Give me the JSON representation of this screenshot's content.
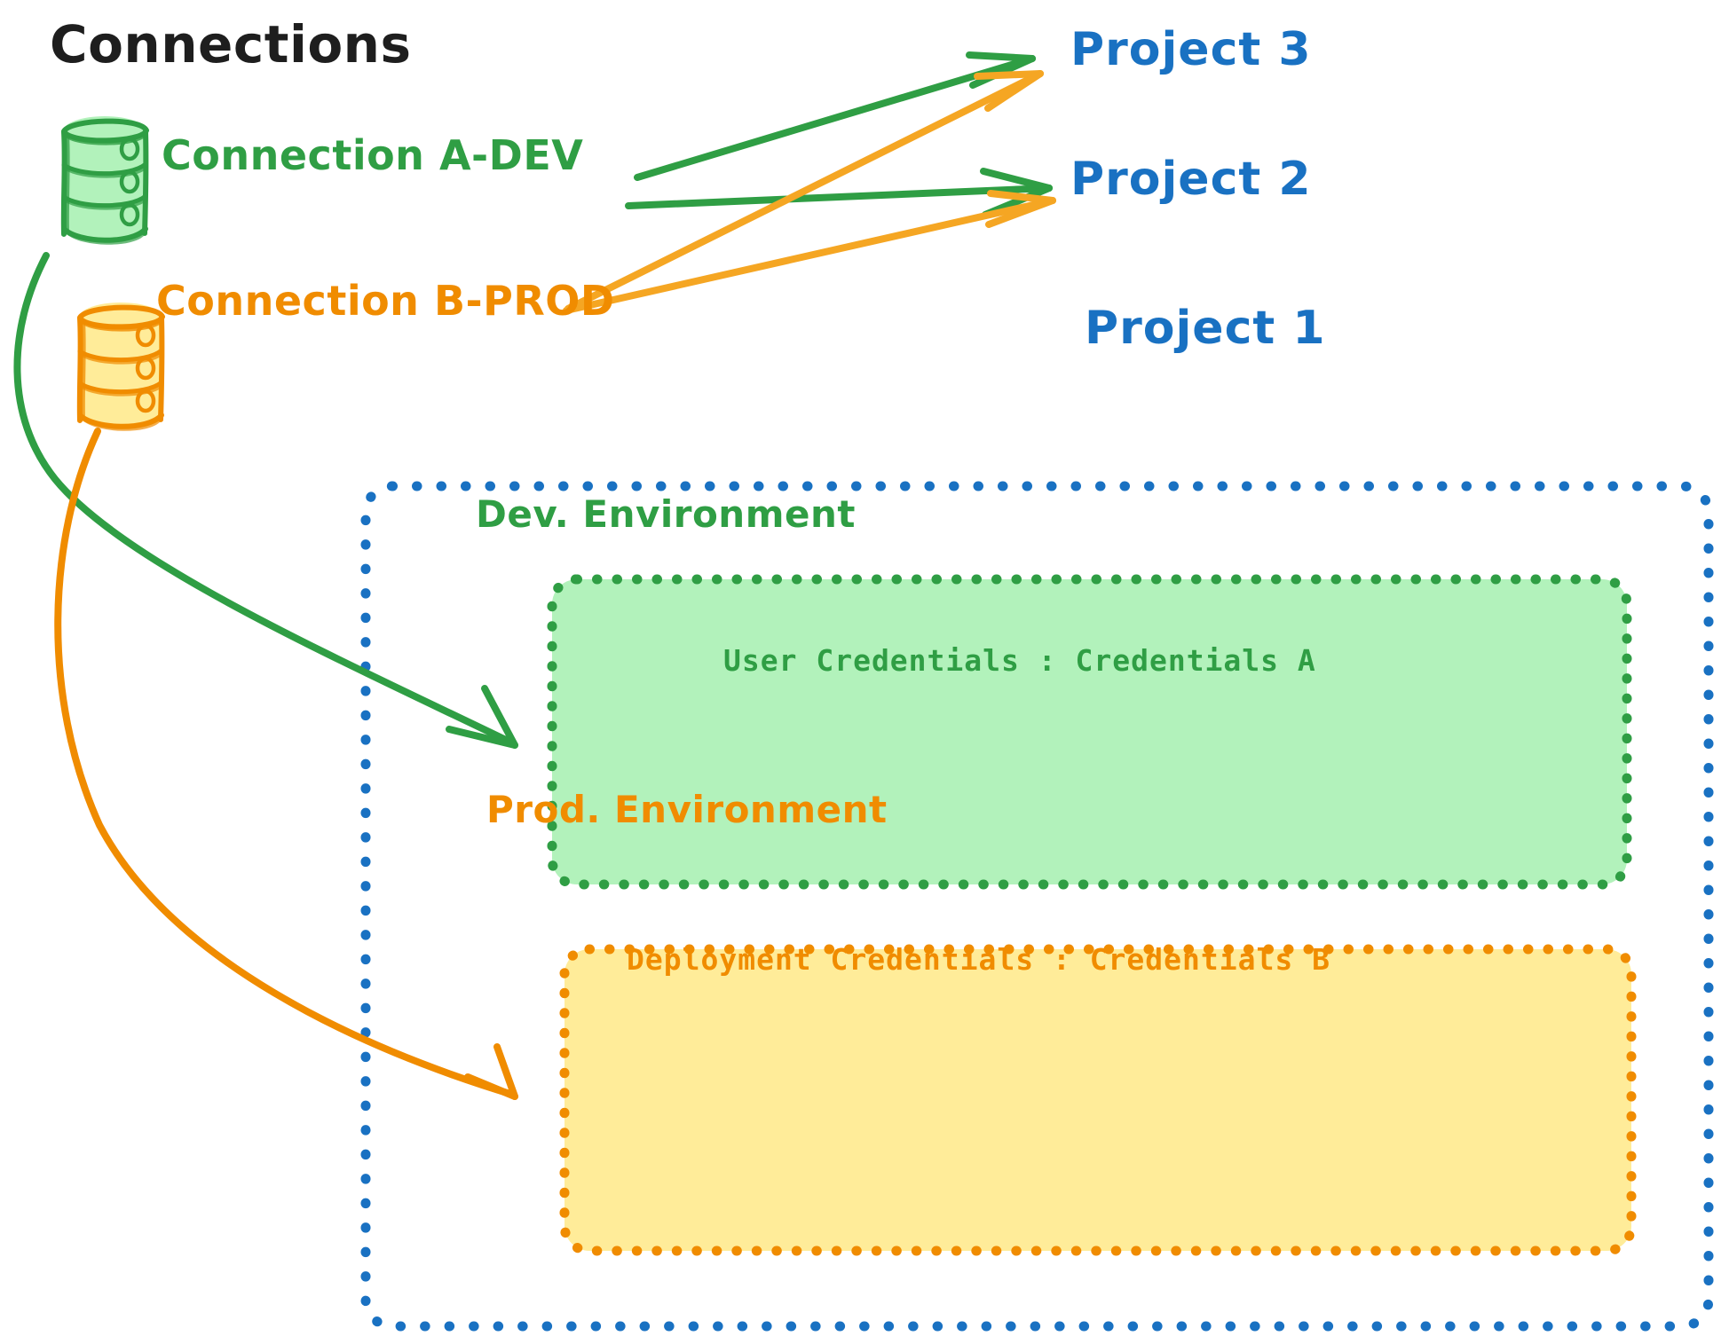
{
  "diagram": {
    "title": "Connections",
    "connections": [
      {
        "name": "Connection A-DEV",
        "color": "#2f9e44",
        "fill": "#b2f2bb",
        "icon": "database-cylinder-icon"
      },
      {
        "name": "Connection B-PROD",
        "color": "#f08c00",
        "fill": "#ffec99",
        "icon": "database-cylinder-icon"
      }
    ],
    "projects": [
      {
        "name": "Project 3",
        "color": "#1971c2"
      },
      {
        "name": "Project 2",
        "color": "#1971c2"
      },
      {
        "name": "Project 1",
        "color": "#1971c2"
      }
    ],
    "project_box": {
      "label": "Project 1",
      "border_color": "#1971c2",
      "border_style": "dotted"
    },
    "environments": [
      {
        "title": "Dev. Environment",
        "credentials": "User Credentials : Credentials A",
        "stroke": "#2f9e44",
        "fill": "#b2f2bb"
      },
      {
        "title": "Prod. Environment",
        "credentials": "Deployment Credentials : Credentials B",
        "stroke": "#f08c00",
        "fill": "#ffec99"
      }
    ],
    "edges": [
      {
        "from": "Connection A-DEV",
        "to": "Project 3",
        "color": "#2f9e44"
      },
      {
        "from": "Connection A-DEV",
        "to": "Project 2",
        "color": "#2f9e44"
      },
      {
        "from": "Connection A-DEV",
        "to": "Dev. Environment",
        "color": "#2f9e44"
      },
      {
        "from": "Connection B-PROD",
        "to": "Project 3",
        "color": "#f5a623"
      },
      {
        "from": "Connection B-PROD",
        "to": "Project 2",
        "color": "#f5a623"
      },
      {
        "from": "Connection B-PROD",
        "to": "Prod. Environment",
        "color": "#f08c00"
      }
    ],
    "colors": {
      "green_stroke": "#2f9e44",
      "green_fill": "#b2f2bb",
      "orange_stroke": "#f08c00",
      "orange_fill": "#ffec99",
      "arrow_orange": "#f5a623",
      "blue": "#1971c2",
      "title_black": "#1e1e1e",
      "background": "#ffffff"
    }
  }
}
